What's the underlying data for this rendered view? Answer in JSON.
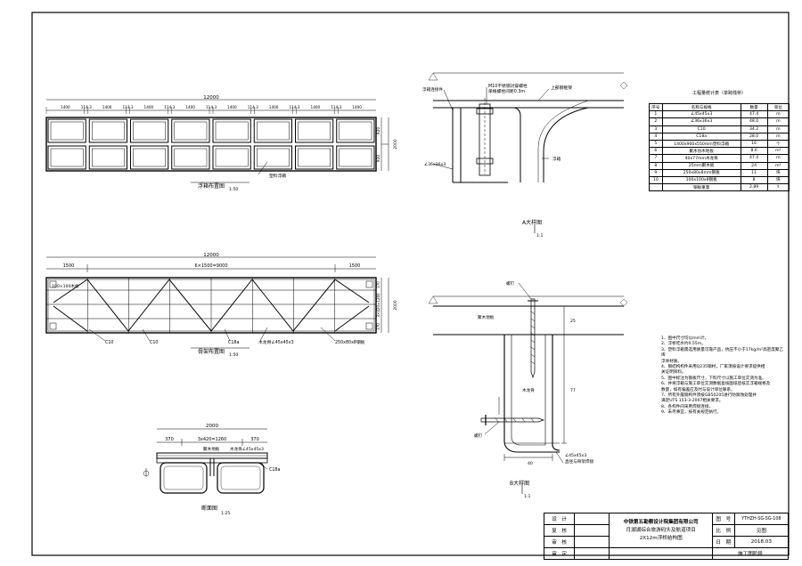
{
  "views": {
    "float_layout": {
      "overall": "12000",
      "dims": [
        "1400",
        "114.3",
        "1400",
        "114.3",
        "1400",
        "114.3",
        "1400",
        "114.3",
        "1400",
        "114.3",
        "1400",
        "114.3",
        "1400",
        "114.3",
        "1400"
      ],
      "v_total": "2000",
      "v_top": "920",
      "v_bottom": "920",
      "callout": "塑料浮箱",
      "title": "浮箱布置图",
      "scale": "1:50"
    },
    "frame_layout": {
      "overall": "12000",
      "seg_left": "1500",
      "seg_mid": "6×1500=9000",
      "seg_right": "1500",
      "v_total": "2000",
      "v_a": "370",
      "v_b": "3×420=1260",
      "v_c": "370",
      "corner": "100×100木板",
      "c10_a": "C10",
      "c10_b": "C10",
      "c18": "C18a",
      "angle": "木龙骨∠45x45x3",
      "plate": "250x80x8钢板",
      "title": "骨架布置图",
      "scale": "1:50"
    },
    "section": {
      "overall": "2000",
      "a": "370",
      "b": "3x420=1260",
      "c": "370",
      "label1": "聚木地板",
      "label2": "木龙骨∠45x45x3",
      "c18": "C18a",
      "title": "断面图",
      "scale": "1:25"
    },
    "detail_a": {
      "t1": "M10不锈钢对穿螺栓",
      "t2": "单根螺栓间距0.3m",
      "t3": "上部钢框架",
      "t4": "浮箱连接件",
      "t5": "∠36x36x3",
      "t6": "浮箱",
      "title": "A大样图",
      "scale": "1:1"
    },
    "detail_b": {
      "t1": "螺钉",
      "t2": "聚木地板",
      "t3": "木龙骨",
      "t4": "∠45x45x3",
      "t5": "直径与骨架焊接",
      "t6": "螺钉",
      "d1": "25",
      "d2": "77",
      "d3": "40",
      "title": "B大样图",
      "scale": "1:1"
    }
  },
  "quantities": {
    "caption": "工程量统计表（单跨栈桥）",
    "headers": [
      "序号",
      "名称与规格",
      "数量",
      "单位"
    ],
    "rows": [
      [
        "1",
        "∠45x45x3",
        "47.4",
        "m"
      ],
      [
        "2",
        "∠36x36x3",
        "48.0",
        "m"
      ],
      [
        "3",
        "C10",
        "34.2",
        "m"
      ],
      [
        "4",
        "C18a",
        "28.0",
        "m"
      ],
      [
        "5",
        "1400x900x550mm塑料浮箱",
        "16",
        "个"
      ],
      [
        "6",
        "聚木仿木地板",
        "8.6",
        "m²"
      ],
      [
        "7",
        "40x77mm木龙骨",
        "47.4",
        "m"
      ],
      [
        "8",
        "25mm聚木板",
        "24",
        "m²"
      ],
      [
        "9",
        "250x80x8mm钢板",
        "11",
        "块"
      ],
      [
        "10",
        "100x100x8钢板",
        "8",
        "块"
      ],
      [
        "",
        "钢板重量",
        "2.89",
        "t"
      ]
    ]
  },
  "notes": [
    "1、图中尺寸均以mm计。",
    "2、浮桥吃水约0.55m。",
    "3、塑料浮箱需选用质量可靠产品，抗压不小于17kg/m²高密度聚乙烯",
    "   浮体材质。",
    "4、钢结构构件采用Q235钢材，厂家须按设计要求提供相",
    "   关证明资料。",
    "5、图中标注为钢板尺寸，下料尺寸以施工单位实测为准。",
    "6、并将浮箱与施工单位实测数据复核图纸后核实浮箱规格及",
    "   数量，如有偏差应及时与设计单位联系。",
    "7、所有外露钢构件须按GB50205进行防腐蚀处理并",
    "   满足UTS 153-3-2007相关要求。",
    "8、各构件间采用焊接连接。",
    "9、未尽事宜，按有关规范执行。"
  ],
  "title_block": {
    "design": "设　计",
    "review": "复　核",
    "check": "审　核",
    "approve": "审　定",
    "company": "中铁第五勘察设计院集团有限公司",
    "project": "月湖湖综合旅游码头及航道项目",
    "drawing": "2X12m浮桥结构图",
    "no_label": "图　号",
    "no_value": "YTHZH-SG-SG-108",
    "scale_label": "比　例",
    "scale_value": "见图",
    "date_label": "日　期",
    "date_value": "2018.03",
    "stage": "施工图阶段"
  }
}
